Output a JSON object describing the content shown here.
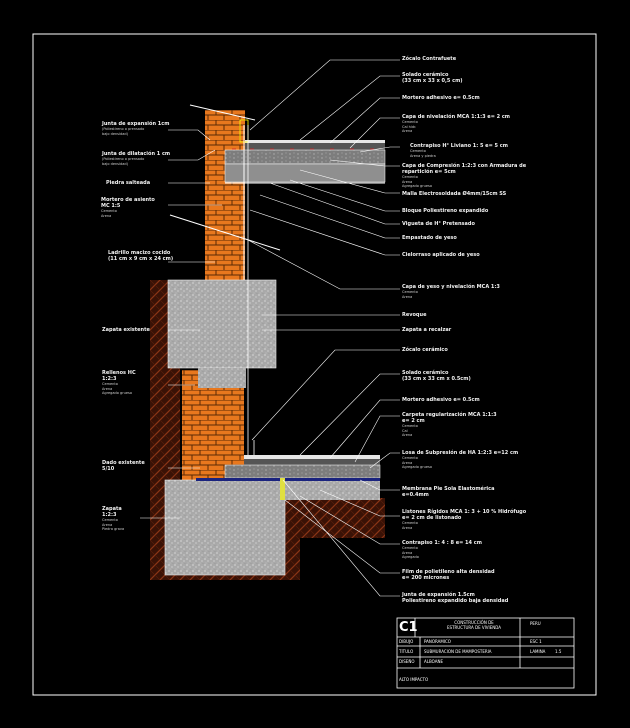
{
  "colors": {
    "background": "#000000",
    "frame": "#ffffff",
    "brick": "#e8781e",
    "soil": "#7a2a10",
    "concrete": "#bfbfbf",
    "membrane": "#1a237e",
    "insulation": "#e0e040",
    "leader": "#ffffff"
  },
  "left_labels": {
    "junta_expansion": {
      "title": "Junta de expansión 1cm",
      "sub": "(Poliestireno o prensado\nbajo densidad)"
    },
    "junta_dilatacion": {
      "title": "Junta de dilatación 1 cm",
      "sub": "(Poliestireno o prensado\nbajo densidad)"
    },
    "piedra_salteada": {
      "title": "Piedra salteada",
      "sub": ""
    },
    "mortero": {
      "title": "Mortero de asiento\nMC 1:5",
      "sub": "Cemento\nArena"
    },
    "ladrillo": {
      "title": "Ladrillo macizo cocido\n(11 cm x 9 cm x 24 cm)",
      "sub": ""
    },
    "zapata_existente": {
      "title": "Zapata existente",
      "sub": ""
    },
    "rellenos": {
      "title": "Rellenos HC\n1:2:3",
      "sub": "Cemento\nArena\nAgregado grueso"
    },
    "dado": {
      "title": "Dado existente\n5/10",
      "sub": ""
    },
    "zapata": {
      "title": "Zapata\n1:2:3",
      "sub": "Cemento\nArena\nPiedra grava"
    }
  },
  "right_labels": {
    "zocalo": {
      "title": "Zócalo Contrafuete",
      "sub": ""
    },
    "solado": {
      "title": "Solado cerámico\n(33 cm x 33 x 0,5 cm)",
      "sub": ""
    },
    "mortero_adhesivo": {
      "title": "Mortero adhesivo e= 0.5cm",
      "sub": ""
    },
    "capa_nivelacion": {
      "title": "Capa de nivelación MCA 1:1:3 e= 2 cm",
      "sub": "Cemento\nCal hidr.\nArena"
    },
    "contrapiso_liviano": {
      "title": "Contrapiso H° Liviano 1: 5 e= 5 cm",
      "sub": "Cemento\nArena y piedra"
    },
    "capa_compresion": {
      "title": "Capa de Compresión 1:2:3 con Armadura de\nrepartición e= 5cm",
      "sub": "Cemento\nArena\nAgregado grueso"
    },
    "malla": {
      "title": "Malla Electrosoldada Ø4mm/15cm SS",
      "sub": ""
    },
    "bloque": {
      "title": "Bloque Poliestireno expandido",
      "sub": ""
    },
    "vigueta": {
      "title": "Vigueta de H° Pretensado",
      "sub": ""
    },
    "empastado": {
      "title": "Empastado de yeso",
      "sub": ""
    },
    "cielorraso": {
      "title": "Cielorraso aplicado de yeso",
      "sub": ""
    },
    "capa_yeso": {
      "title": "Capa de yeso y nivelación MCA 1:3",
      "sub": "Cemento\nArena"
    },
    "revoque": {
      "title": "Revoque",
      "sub": ""
    },
    "zapata_recalzar": {
      "title": "Zapata a recalzar",
      "sub": ""
    },
    "zocalo_ceramico": {
      "title": "Zócalo cerámico",
      "sub": ""
    },
    "solado2": {
      "title": "Solado cerámico\n(33 cm x 33 cm x 0.5cm)",
      "sub": ""
    },
    "mortero_adhesivo2": {
      "title": "Mortero adhesivo e= 0.5cm",
      "sub": ""
    },
    "capa_regularizacion": {
      "title": "Carpeta regularización MCA 1:1:3\ne= 2 cm",
      "sub": "Cemento\nCal\nArena"
    },
    "losa": {
      "title": "Losa de Subpresión de HA 1:2:3 e=12 cm",
      "sub": "Cemento\nArena\nAgregado grueso"
    },
    "membrana": {
      "title": "Membrana Pie Sola Elastomérica\ne=0.4mm",
      "sub": ""
    },
    "listones": {
      "title": "Listones Rígidos MCA 1: 3 + 10 % Hidrófugo\ne= 2 cm de listonado",
      "sub": "Cemento\nArena"
    },
    "contrapiso": {
      "title": "Contrapiso 1: 4 : 8 e= 14 cm",
      "sub": "Cemento\nArena\nAgregado"
    },
    "film": {
      "title": "Film de polietileno alta densidad\ne= 200 micrones",
      "sub": ""
    },
    "junta_expansion": {
      "title": "Junta de expansión 1.5cm\nPoliestireno expandido baja densidad",
      "sub": ""
    }
  },
  "title_block": {
    "code": "C1",
    "project_lines": "CONSTRUCCIÓN DE\nESTRUCTURA DE VIVIENDA",
    "sheet_label": "PERU",
    "row1_left_key": "DIBUJO",
    "row1_left_val": "PANORAMICO",
    "row1_right_key": "ESC 1",
    "row2_key": "TITULO",
    "row2_val": "SUBMURACION DE MAMPOSTERIA",
    "row2_right_key": "LAMINA",
    "row2_right_val": "1.5",
    "row3_key": "DISEÑO",
    "row3_val": "ALBOANE",
    "footer": "ALTO IMPACTO"
  }
}
